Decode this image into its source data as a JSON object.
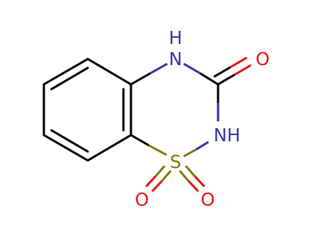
{
  "atoms": {
    "nh_top": "N",
    "nh_top_h": "H",
    "nh_right": "NH",
    "s": "S",
    "o_carbonyl": "O",
    "o_sulfonyl_left": "O",
    "o_sulfonyl_right": "O"
  },
  "colors": {
    "bond": "#000000",
    "nitrogen": "#3333aa",
    "sulfur": "#7a7a00",
    "oxygen": "#ee1111"
  }
}
